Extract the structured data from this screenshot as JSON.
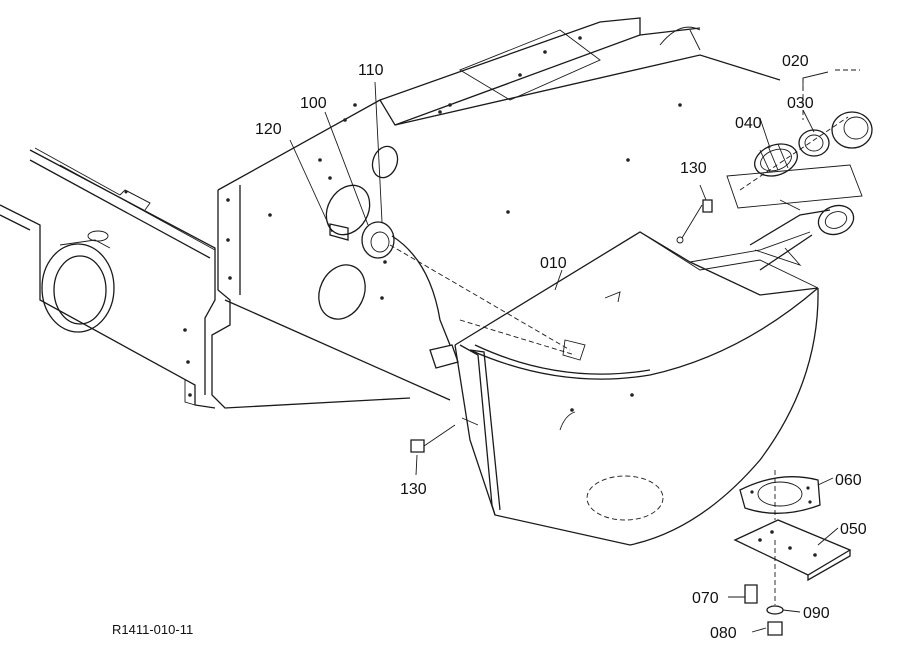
{
  "reference_code": "R1411-010-11",
  "callouts": {
    "p010": "010",
    "p020": "020",
    "p030": "030",
    "p040": "040",
    "p050": "050",
    "p060": "060",
    "p070": "070",
    "p080": "080",
    "p090": "090",
    "p100": "100",
    "p110": "110",
    "p120": "120",
    "p130a": "130",
    "p130b": "130"
  }
}
